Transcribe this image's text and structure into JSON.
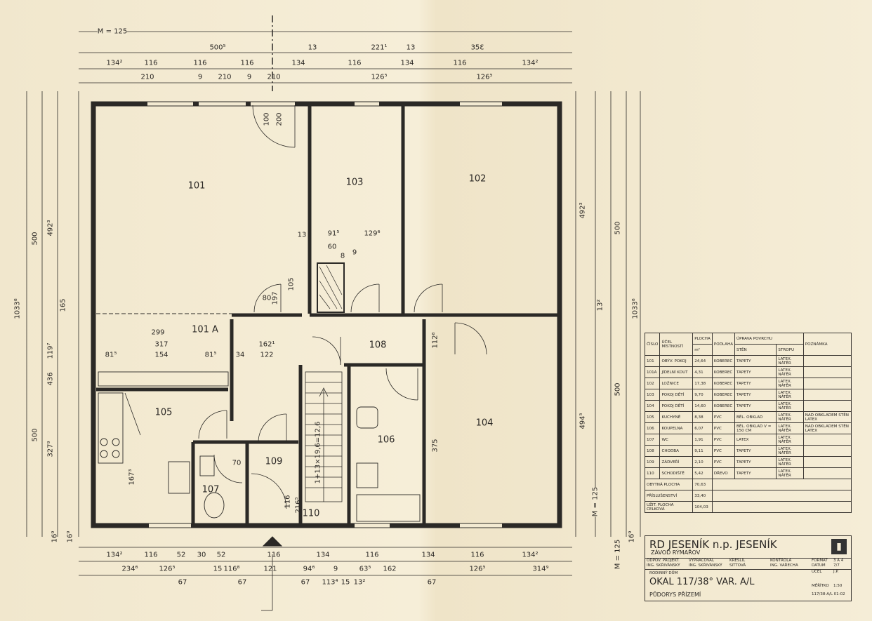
{
  "plan": {
    "modules": [
      "M = 125",
      "M = 125"
    ],
    "rooms": [
      "101",
      "101 A",
      "102",
      "103",
      "104",
      "105",
      "106",
      "107",
      "108",
      "109",
      "110"
    ],
    "dims_top_row1": [
      "500⁵",
      "13",
      "221¹",
      "13",
      "35Ɛ"
    ],
    "dims_top_row2": [
      "134²",
      "116",
      "116",
      "116",
      "134",
      "116",
      "134",
      "116",
      "134²"
    ],
    "dims_top_row3": [
      "210",
      "9",
      "210",
      "9",
      "210",
      "126⁵",
      "126⁵"
    ],
    "dims_bottom_row1": [
      "134²",
      "116",
      "52",
      "30",
      "52",
      "116",
      "134",
      "116",
      "134",
      "116",
      "134²"
    ],
    "dims_bottom_row2": [
      "234⁶",
      "126⁵",
      "15",
      "116⁸",
      "121",
      "94⁶",
      "9",
      "63⁵",
      "162",
      "126⁵",
      "314⁹"
    ],
    "dims_bottom_row3": [
      "67",
      "67",
      "67",
      "113⁴",
      "15",
      "13²",
      "67"
    ],
    "dims_left": [
      "500",
      "492³",
      "1033⁸",
      "165",
      "119⁷",
      "436",
      "500",
      "327⁹",
      "16⁹",
      "16⁹"
    ],
    "dims_right": [
      "492³",
      "500",
      "1033⁸",
      "13²",
      "494⁵",
      "500",
      "M = 125",
      "16⁹"
    ],
    "dims_inner": [
      "100",
      "200",
      "80",
      "197",
      "105",
      "13",
      "91⁵",
      "129⁶",
      "60",
      "8",
      "9",
      "299",
      "317",
      "162¹",
      "122",
      "154",
      "81⁵",
      "81⁵",
      "34",
      "112⁸",
      "375",
      "167³",
      "70",
      "116",
      "216⁵",
      "1+13×19,6=12,6"
    ]
  },
  "room_table": {
    "headers": {
      "cislo": "ČÍSLO",
      "ucel": "ÚČEL MÍSTNOSTÍ",
      "plocha": "PLOCHA",
      "unit": "m²",
      "podlaha": "PODLAHA",
      "uprava": "ÚPRAVA POVRCHU",
      "sten": "STĚN",
      "stropu": "STROPU",
      "poznamka": "POZNÁMKA"
    },
    "rows": [
      {
        "cislo": "101",
        "ucel": "OBÝV. POKOJ",
        "plocha": "24,64",
        "podlaha": "KOBEREC",
        "sten": "TAPETY",
        "stropu": "LATEX. NÁTĚR",
        "poznamka": ""
      },
      {
        "cislo": "101A",
        "ucel": "JÍDELNÍ KOUT",
        "plocha": "4,31",
        "podlaha": "KOBEREC",
        "sten": "TAPETY",
        "stropu": "LATEX. NÁTĚR",
        "poznamka": ""
      },
      {
        "cislo": "102",
        "ucel": "LOŽNICE",
        "plocha": "17,38",
        "podlaha": "KOBEREC",
        "sten": "TAPETY",
        "stropu": "LATEX. NÁTĚR",
        "poznamka": ""
      },
      {
        "cislo": "103",
        "ucel": "POKOJ DĚTÍ",
        "plocha": "9,70",
        "podlaha": "KOBEREC",
        "sten": "TAPETY",
        "stropu": "LATEX. NÁTĚR",
        "poznamka": ""
      },
      {
        "cislo": "104",
        "ucel": "POKOJ DĚTÍ",
        "plocha": "14,60",
        "podlaha": "KOBEREC",
        "sten": "TAPETY",
        "stropu": "LATEX. NÁTĚR",
        "poznamka": ""
      },
      {
        "cislo": "105",
        "ucel": "KUCHYNĚ",
        "plocha": "8,38",
        "podlaha": "PVC",
        "sten": "BĚL. OBKLAD",
        "stropu": "LATEX. NÁTĚR",
        "poznamka": "NAD OBKLADEM STĚN LATEX"
      },
      {
        "cislo": "106",
        "ucel": "KOUPELNA",
        "plocha": "6,07",
        "podlaha": "PVC",
        "sten": "BĚL. OBKLAD V = 150 CM",
        "stropu": "LATEX. NÁTĚR",
        "poznamka": "NAD OBKLADEM STĚN LATEX"
      },
      {
        "cislo": "107",
        "ucel": "WC",
        "plocha": "1,91",
        "podlaha": "PVC",
        "sten": "LATEX",
        "stropu": "LATEX. NÁTĚR",
        "poznamka": ""
      },
      {
        "cislo": "108",
        "ucel": "CHODBA",
        "plocha": "9,11",
        "podlaha": "PVC",
        "sten": "TAPETY",
        "stropu": "LATEX. NÁTĚR",
        "poznamka": ""
      },
      {
        "cislo": "109",
        "ucel": "ZÁDVEŘÍ",
        "plocha": "2,10",
        "podlaha": "PVC",
        "sten": "TAPETY",
        "stropu": "LATEX. NÁTĚR",
        "poznamka": ""
      },
      {
        "cislo": "110",
        "ucel": "SCHODIŠTĚ",
        "plocha": "5,42",
        "podlaha": "DŘEVO",
        "sten": "TAPETY",
        "stropu": "LATEX. NÁTĚR",
        "poznamka": ""
      }
    ],
    "totals": [
      {
        "label": "OBYTNÁ PLOCHA",
        "value": "70,63"
      },
      {
        "label": "PŘÍSLUŠENSTVÍ",
        "value": "33,40"
      },
      {
        "label": "UŽIT. PLOCHA CELKOVÁ",
        "value": "104,03"
      }
    ]
  },
  "title_block": {
    "title": "RD JESENÍK n.p. JESENÍK",
    "subtitle": "ZÁVOD RÝMAŘOV",
    "logo": "rd",
    "odp_projekt_label": "ODPOV. PROJEKT.",
    "odp_projekt": "ING. SKŘIVÁNSKÝ",
    "vypracoval_label": "VYPRACOVAL",
    "vypracoval": "ING. SKŘIVÁNSKÝ",
    "kreslil_label": "KRESLIL",
    "kreslil": "SITTOVÁ",
    "kontrola_label": "KONTROLA",
    "kontrola": "ING. VAŘECHA",
    "format_label": "FORMAT",
    "format": "3 A 4",
    "datum_label": "DATUM",
    "datum": "7/7",
    "ucel_label": "ÚČEL",
    "ucel": "J.P.",
    "type_label": "RODINNÝ DŮM",
    "name": "OKAL 117/38° VAR. A/L",
    "meritko_label": "MĚŘÍTKO",
    "meritko": "1:50",
    "sheet": "PŮDORYS PŘÍZEMÍ",
    "code": "117/38-A/L 01-02"
  }
}
